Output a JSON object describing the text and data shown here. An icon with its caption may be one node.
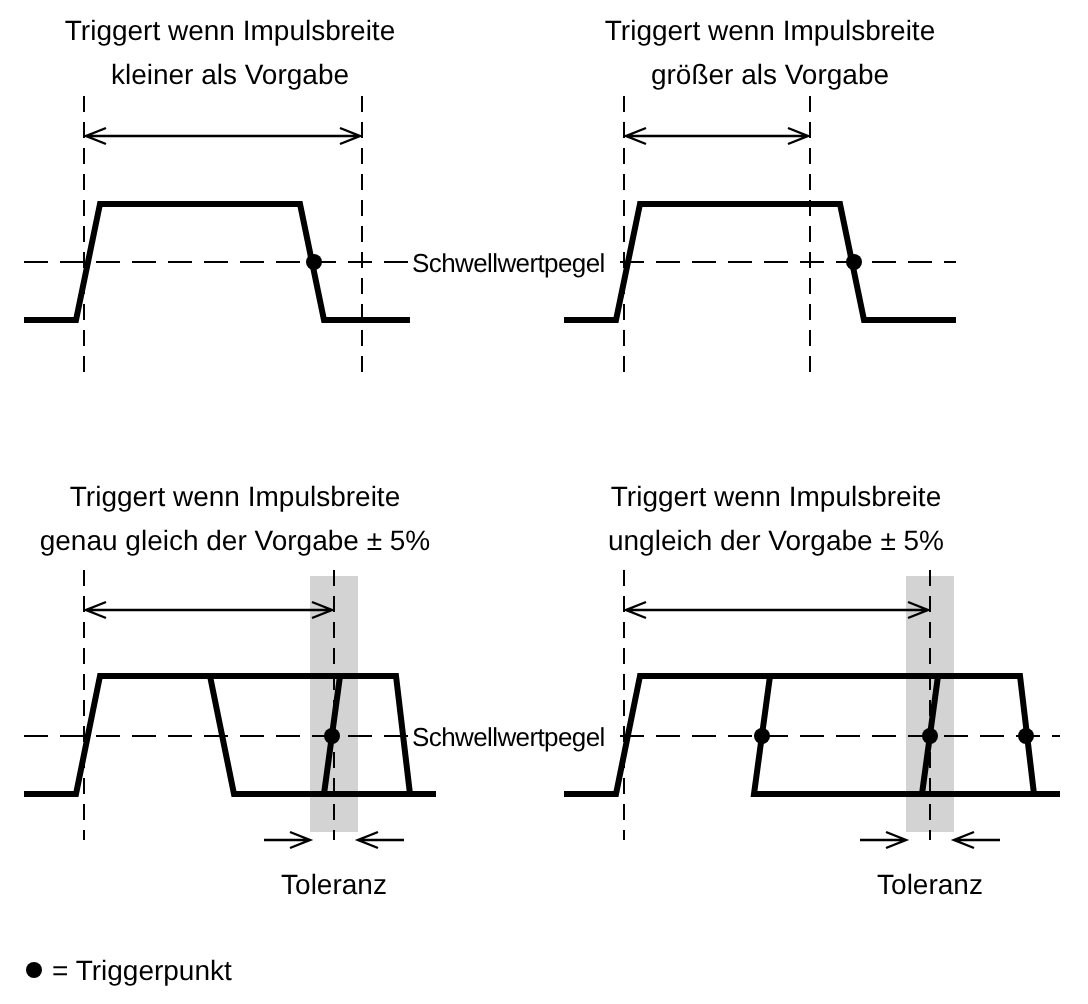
{
  "diagram": {
    "labels": [
      "Triggert wenn Impulsbreite kleiner als Vorgabe",
      "Triggert wenn Impulsbreite größer als Vorgabe",
      "Schwellwertpegel",
      "Triggert wenn Impulsbreite genau gleich der Vorgabe ± 5%",
      "Triggert wenn Impulsbreite ungleich der Vorgabe ± 5%",
      "Schwellwertpegel",
      "Toleranz",
      "Toleranz"
    ],
    "legend": [
      {
        "text": "= Triggerpunkt"
      }
    ]
  }
}
